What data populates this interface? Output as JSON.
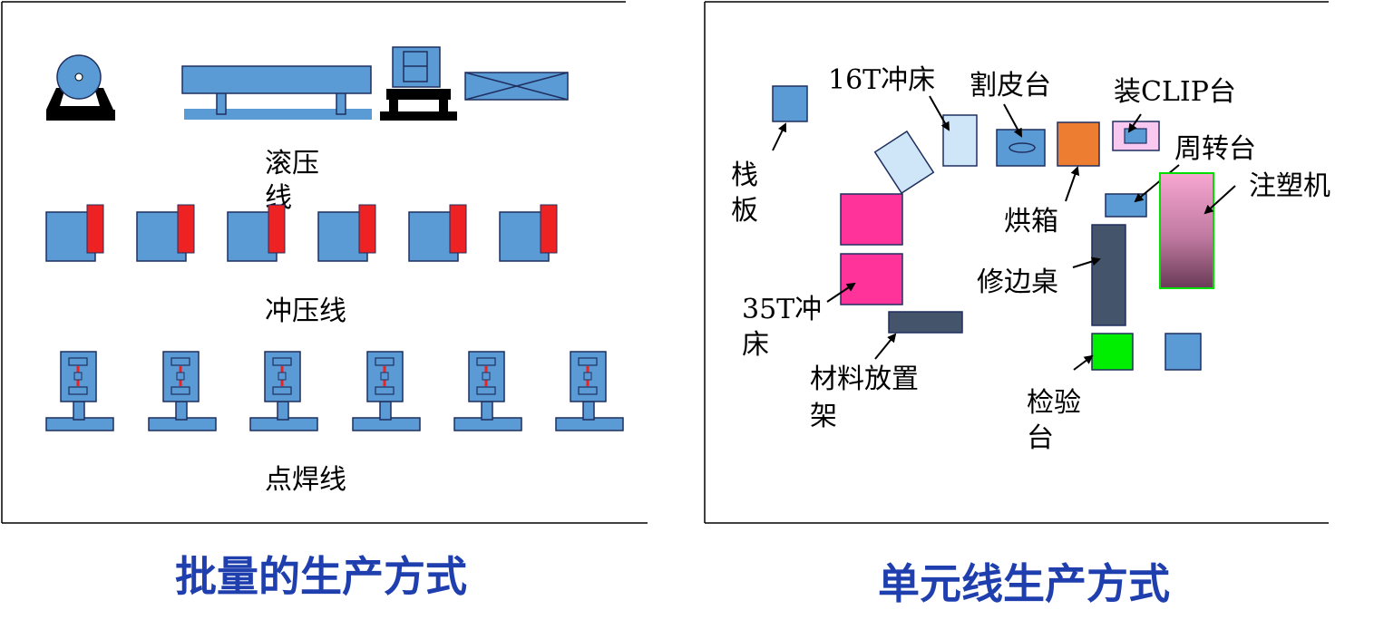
{
  "left_panel": {
    "labels": {
      "rolling_line": [
        "滚压",
        "线"
      ],
      "stamping_line": "冲压线",
      "spot_weld_line": "点焊线"
    },
    "caption": "批量的生产方式"
  },
  "right_panel": {
    "labels": {
      "pallet": [
        "栈",
        "板"
      ],
      "press_16t": "16T冲床",
      "skin_cutting_table": "割皮台",
      "clip_table": "装CLIP台",
      "turnover_table": "周转台",
      "injection_machine": "注塑机",
      "oven": "烘箱",
      "trimming_table": "修边桌",
      "press_35t": [
        "35T冲",
        "床"
      ],
      "material_rack": [
        "材料放置",
        "架"
      ],
      "inspection_table": [
        "检验",
        "台"
      ]
    },
    "caption": "单元线生产方式"
  },
  "colors": {
    "machine_blue": "#5b9bd5",
    "red_part": "#ee2222",
    "magenta_press": "#ff3399",
    "light_blue_press": "#cfe6f8",
    "orange_oven": "#ed7d31",
    "pink_clip": "#f8c8f0",
    "dark_slate": "#44546a",
    "green_inspection": "#00ee00",
    "caption_blue": "#1f3fae"
  }
}
